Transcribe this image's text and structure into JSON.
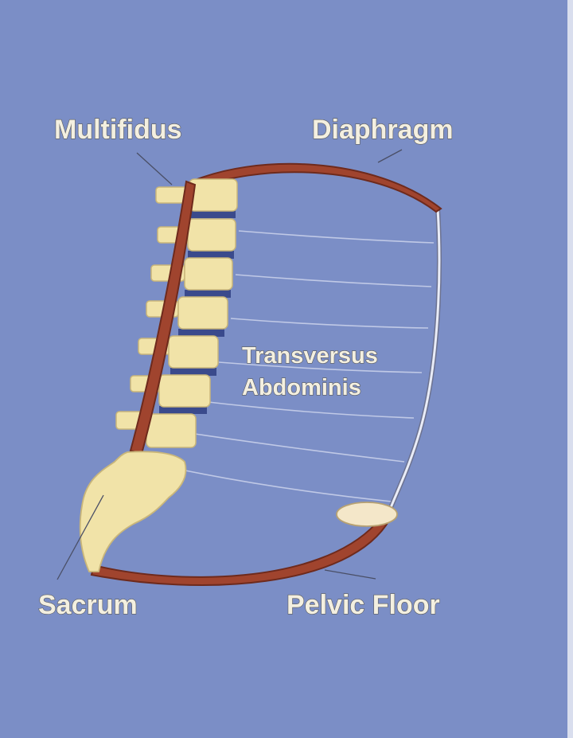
{
  "colors": {
    "background": "#7b8ec6",
    "muscle": "#a0442e",
    "muscle_outline": "#6e2a1c",
    "bone": "#f1e3a8",
    "bone_outline": "#c9b67a",
    "disc": "#3a4a8c",
    "fascia": "#dfe3f2",
    "label_fill": "#f3efe0",
    "label_outline": "#5b5b5b",
    "leader": "#4a4f66"
  },
  "labels": {
    "multifidus": "Multifidus",
    "diaphragm": "Diaphragm",
    "transversus_line1": "Transversus",
    "transversus_line2": "Abdominis",
    "sacrum": "Sacrum",
    "pelvic_floor": "Pelvic Floor"
  }
}
